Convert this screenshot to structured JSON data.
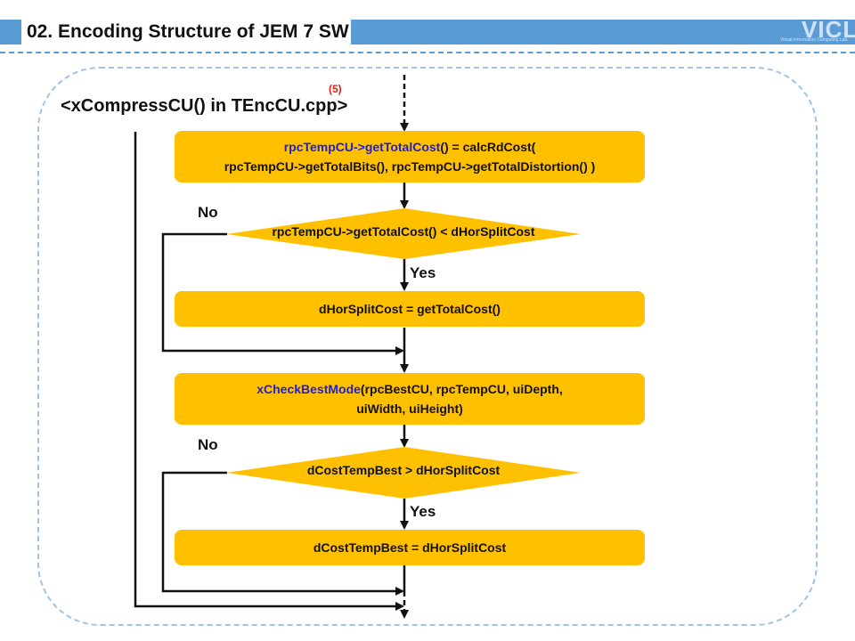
{
  "header": {
    "title": "02. Encoding Structure of JEM 7 SW",
    "logo_text": "VICL",
    "logo_subtext": "Visual Information Computing Lab."
  },
  "diagram": {
    "function_title": "<xCompressCU() in TEncCU.cpp>",
    "note": "(5)",
    "box1": {
      "line1_blue": "rpcTempCU->getTotalCost",
      "line1_rest": "() = calcRdCost(",
      "line2": "rpcTempCU->getTotalBits(), rpcTempCU->getTotalDistortion() )"
    },
    "cond1": "rpcTempCU->getTotalCost() < dHorSplitCost",
    "cond1_no": "No",
    "cond1_yes": "Yes",
    "box2": "dHorSplitCost = getTotalCost()",
    "box3": {
      "line1_blue": "xCheckBestMode",
      "line1_rest": "(rpcBestCU, rpcTempCU, uiDepth,",
      "line2": "uiWidth, uiHeight)"
    },
    "cond2": "dCostTempBest > dHorSplitCost",
    "cond2_no": "No",
    "cond2_yes": "Yes",
    "box4": "dCostTempBest = dHorSplitCost"
  },
  "colors": {
    "accent": "#5b9bd5",
    "box_fill": "#ffc000",
    "highlight_text": "#1f1fd0",
    "note": "#e02020"
  }
}
